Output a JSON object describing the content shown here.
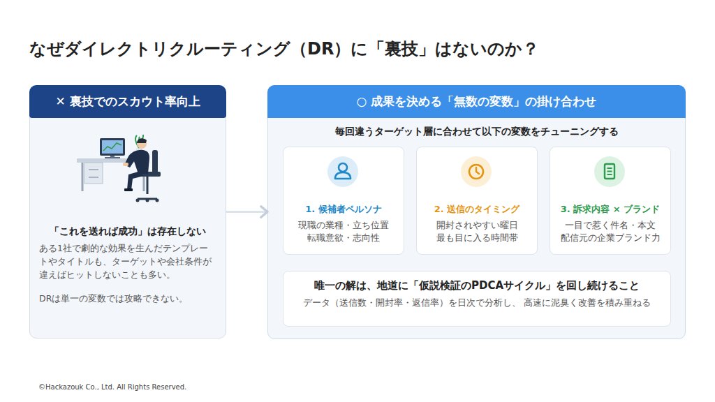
{
  "diagram": {
    "title": "なぜダイレクトリクルーティング（DR）に「裏技」はないのか？",
    "nodes": [
      {
        "text": [
          "「これを送れば成功」は存在しない",
          "ある1社で劇的な効果を生んだテンプレートやタイトルも、ターゲットや会社条件が違えばヒットしないことも多い。",
          "DRは単一の変数では攻略できない。"
        ]
      },
      {
        "text": [
          "✕ 裏技でのスカウト率向上"
        ],
        "in": 0
      },
      {
        "text": [
          "毎回違うターゲット層に合わせて以下の変数をチューニングする"
        ]
      },
      {
        "text": [
          "○ 成果を決める「無数の変数」の掛け合わせ"
        ],
        "in": 2
      },
      {
        "text": [
          "1. 候補者ペルソナ",
          "現職の業種・立ち位置 転職意欲・志向性"
        ],
        "in": 2
      },
      {
        "text": [
          "2. 送信のタイミング",
          "開封されやすい曜日 最も目に入る時間帯"
        ],
        "in": 2
      },
      {
        "text": [
          "3. 訴求内容 × ブランド",
          "一目で惹く件名・本文 配信元の企業ブランド力"
        ],
        "in": 2
      },
      {
        "text": [
          "唯一の解は、地道に「仮説検証のPDCAサイクル」を回し続けること",
          "データ（送信数・開封率・返信率）を日次で分析し、 高速に泥臭く改善を積み重ねる"
        ],
        "in": 2
      }
    ],
    "edges": [
      {
        "from": 0,
        "to": 2,
        "arrow": "to"
      }
    ],
    "labels": [
      "©Hackazouk Co., Ltd. All Rights Reserved."
    ]
  }
}
